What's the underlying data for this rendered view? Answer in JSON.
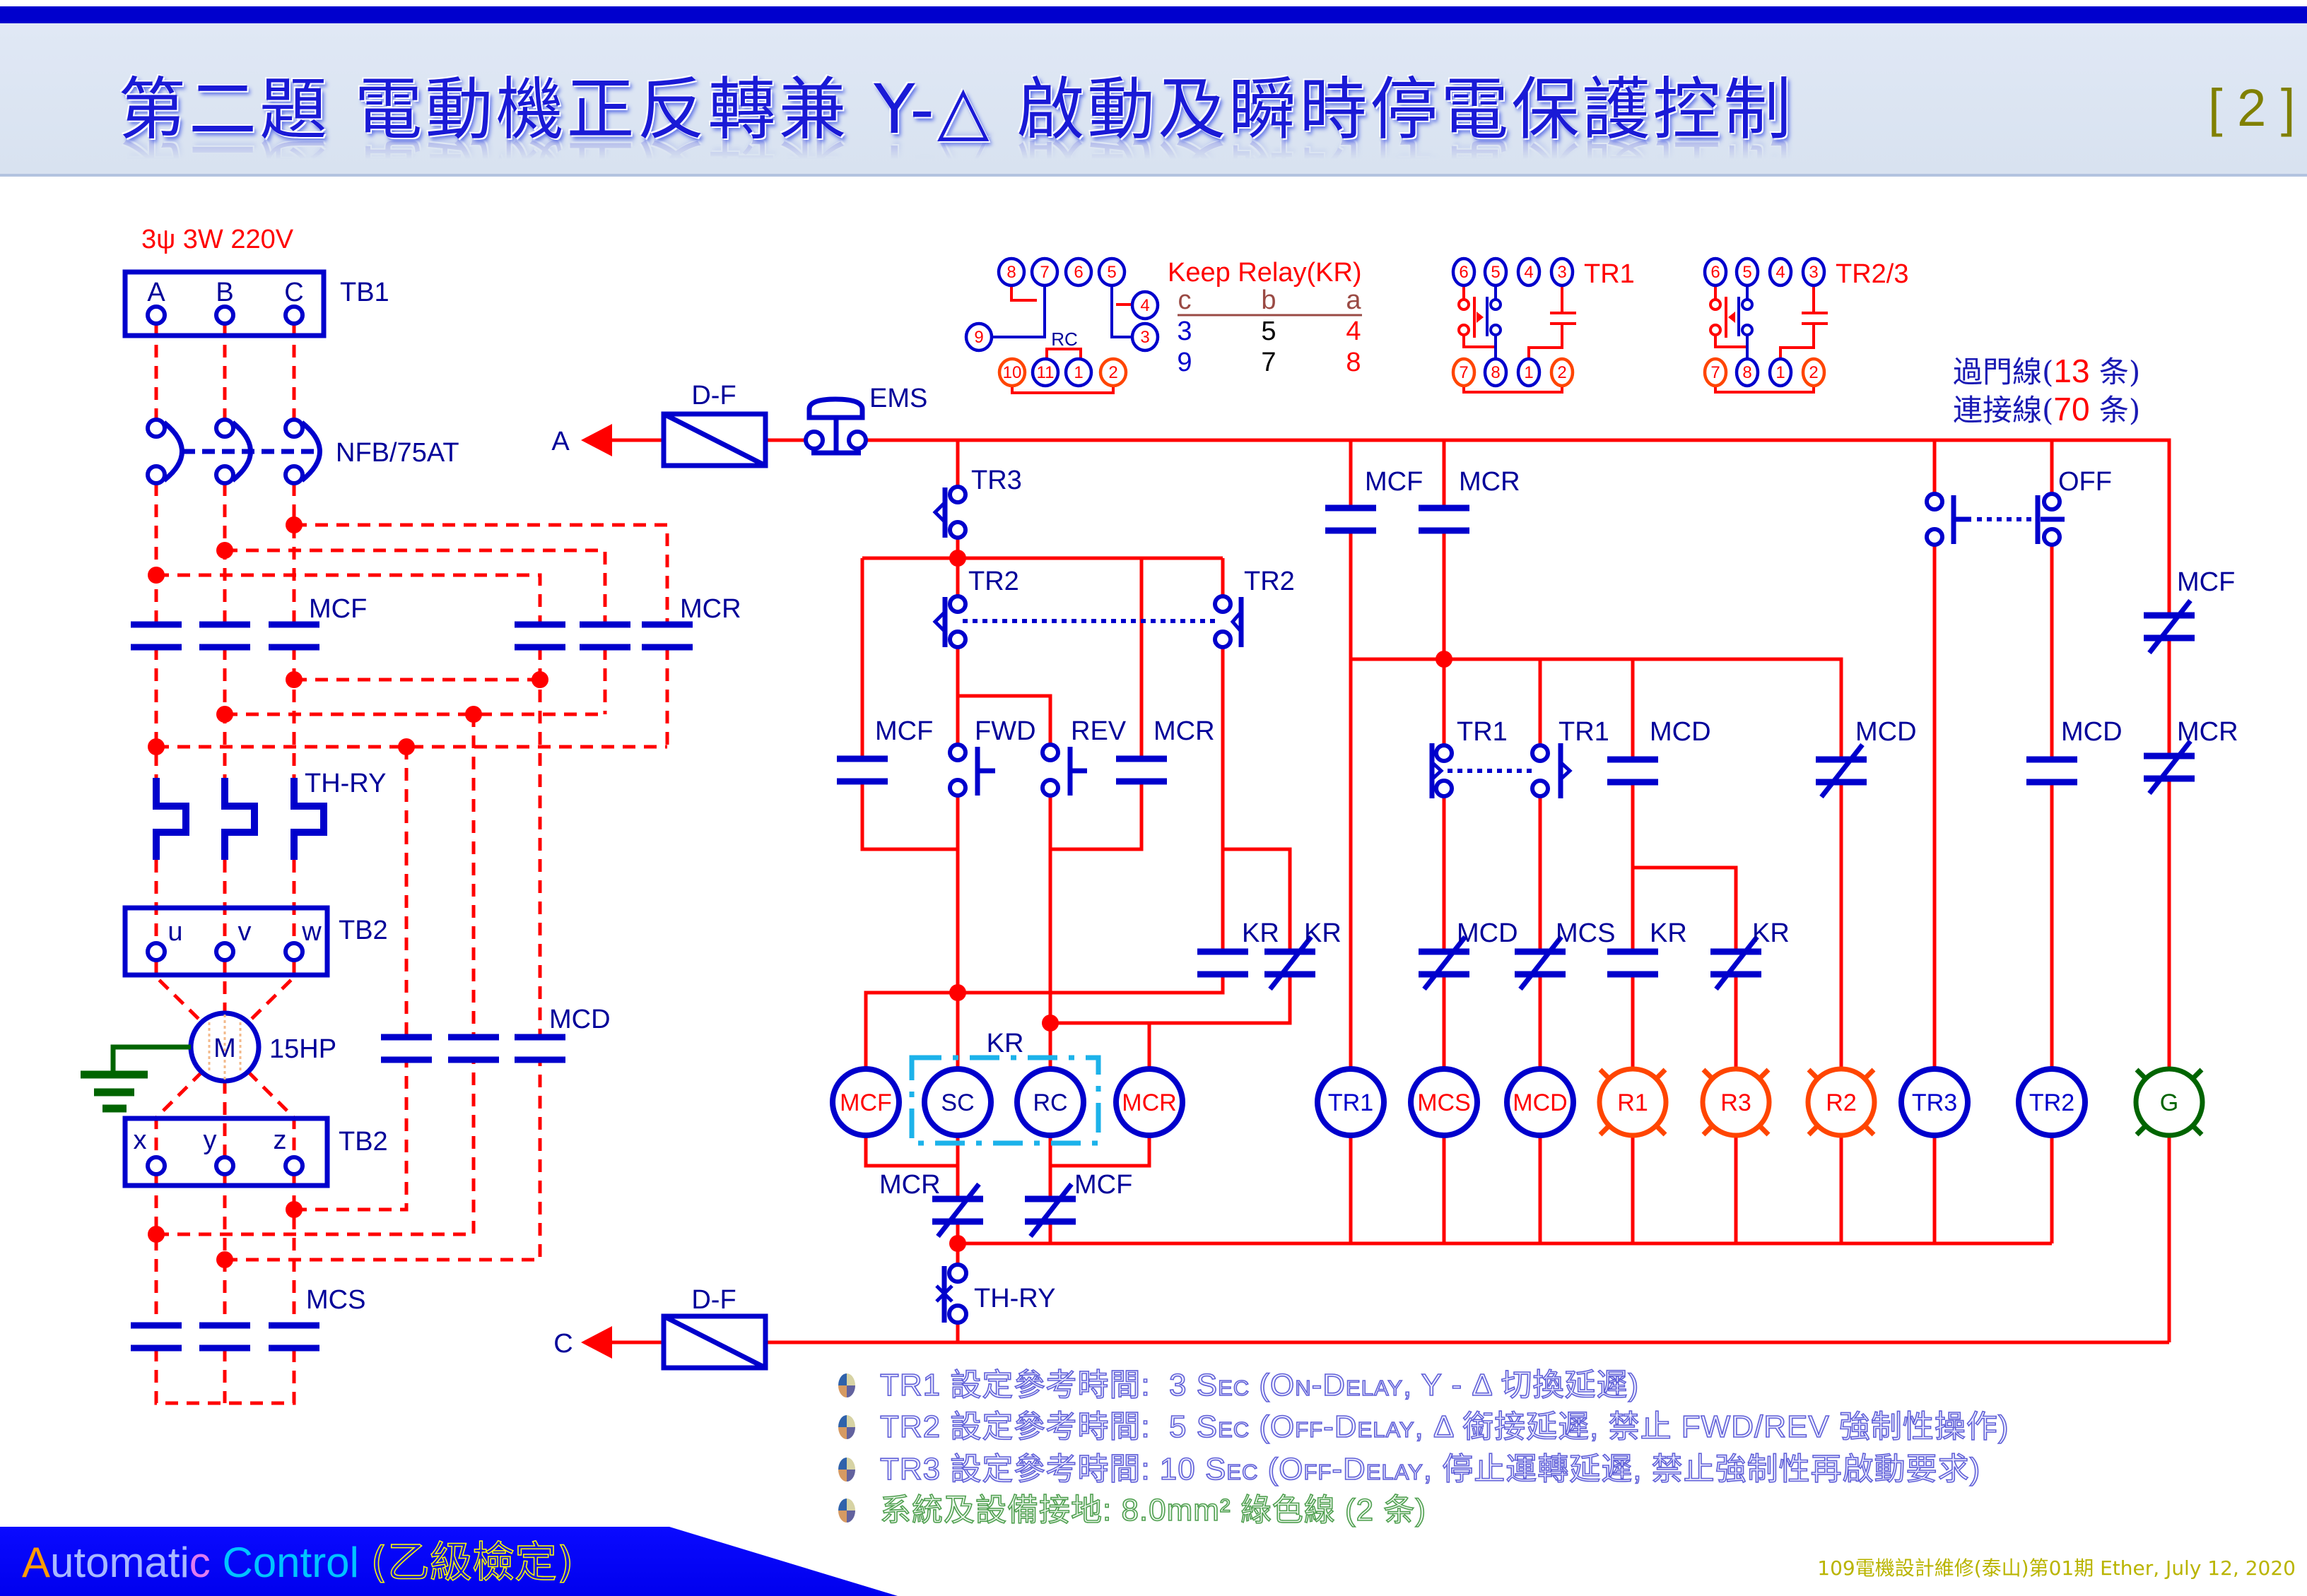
{
  "header": {
    "title": "第二題 電動機正反轉兼 Y-△ 啟動及瞬時停電保護控制",
    "page_number": "[ 2 ]"
  },
  "power_circuit": {
    "supply": "3ψ 3W 220V",
    "tb1": {
      "label": "TB1",
      "terminals": [
        "A",
        "B",
        "C"
      ]
    },
    "breaker": "NFB/75AT",
    "forward_contactor": "MCF",
    "reverse_contactor": "MCR",
    "thermal_relay": "TH-RY",
    "tb2_top": {
      "label": "TB2",
      "terminals": [
        "u",
        "v",
        "w"
      ]
    },
    "motor": {
      "symbol": "M",
      "rating": "15HP"
    },
    "tb2_bottom": {
      "label": "TB2",
      "terminals": [
        "x",
        "y",
        "z"
      ]
    },
    "delta_contactor": "MCD",
    "star_contactor": "MCS"
  },
  "control_circuit": {
    "supply_top": "A",
    "supply_bottom": "C",
    "fuse_top": "D-F",
    "fuse_bottom": "D-F",
    "emergency_stop": "EMS",
    "contacts": {
      "tr3_nc": "TR3",
      "tr2_nc": "TR2",
      "tr2_no": "TR2",
      "mcf_seal": "MCF",
      "fwd_button": "FWD",
      "rev_button": "REV",
      "mcr_seal": "MCR",
      "kr_no_left": "KR",
      "kr_nc_left": "KR",
      "kr_group": "KR",
      "mcr_interlock": "MCR",
      "mcf_interlock": "MCF",
      "th_ry": "TH-RY",
      "mcf_no": "MCF",
      "mcr_no": "MCR",
      "tr1_nc": "TR1",
      "tr1_no": "TR1",
      "mcd_no": "MCD",
      "mcd_nc": "MCD",
      "off_button": "OFF",
      "mcd_no_tr2": "MCD",
      "mcf_nc_lamp": "MCF",
      "mcr_nc_lamp": "MCR",
      "mcd_nc_mcs": "MCD",
      "mcs_nc_mcd": "MCS",
      "kr_no_r1": "KR",
      "kr_nc_r3": "KR"
    },
    "loads": [
      {
        "label": "MCF",
        "type": "coil"
      },
      {
        "label": "SC",
        "type": "coil"
      },
      {
        "label": "RC",
        "type": "coil"
      },
      {
        "label": "MCR",
        "type": "coil"
      },
      {
        "label": "TR1",
        "type": "coil"
      },
      {
        "label": "MCS",
        "type": "coil"
      },
      {
        "label": "MCD",
        "type": "coil"
      },
      {
        "label": "R1",
        "type": "lamp"
      },
      {
        "label": "R3",
        "type": "lamp"
      },
      {
        "label": "R2",
        "type": "lamp"
      },
      {
        "label": "TR3",
        "type": "coil"
      },
      {
        "label": "TR2",
        "type": "coil"
      },
      {
        "label": "G",
        "type": "lamp"
      }
    ]
  },
  "keep_relay": {
    "title": "Keep Relay(KR)",
    "socket": {
      "top": [
        "8",
        "7",
        "6",
        "5"
      ],
      "right": [
        "4",
        "3"
      ],
      "left": [
        "9"
      ],
      "bottom": [
        "10",
        "11",
        "1",
        "2"
      ],
      "coil_label": "RC"
    },
    "table": {
      "headers": [
        "c",
        "b",
        "a"
      ],
      "rows": [
        [
          "3",
          "5",
          "4"
        ],
        [
          "9",
          "7",
          "8"
        ]
      ]
    }
  },
  "timer_sockets": [
    {
      "label": "TR1",
      "top": [
        "6",
        "5",
        "4",
        "3"
      ],
      "bottom": [
        "7",
        "8",
        "1",
        "2"
      ]
    },
    {
      "label": "TR2/3",
      "top": [
        "6",
        "5",
        "4",
        "3"
      ],
      "bottom": [
        "7",
        "8",
        "1",
        "2"
      ]
    }
  ],
  "wire_counts": [
    {
      "name": "過門線(",
      "count": "13",
      "unit": " 条)"
    },
    {
      "name": "連接線(",
      "count": "70",
      "unit": " 条)"
    }
  ],
  "notes": [
    "TR1 設定參考時間:  3 Sec (On-Delay, Y - Δ 切換延遲)",
    "TR2 設定參考時間:  5 Sec (Off-Delay, Δ 銜接延遲, 禁止 FWD/REV 強制性操作)",
    "TR3 設定參考時間: 10 Sec (Off-Delay, 停止運轉延遲, 禁止強制性再啟動要求)",
    "系統及設備接地: 8.0mm² 綠色線 (2 条)"
  ],
  "footer": {
    "brand_parts": [
      "A",
      "utomati",
      "c",
      " Control "
    ],
    "exam": "(乙級檢定)",
    "credit": "109電機設計維修(泰山)第01期 Ether, July 12, 2020"
  },
  "colors": {
    "wire": "#ff0000",
    "symbol": "#0000cc",
    "label": "#000099",
    "lamp_red": "#ff4500",
    "lamp_green": "#006400",
    "ground": "#006400",
    "header_bar": "#0000cd",
    "keep_relay_group": "#1cb2ea",
    "page_number": "#808000"
  }
}
